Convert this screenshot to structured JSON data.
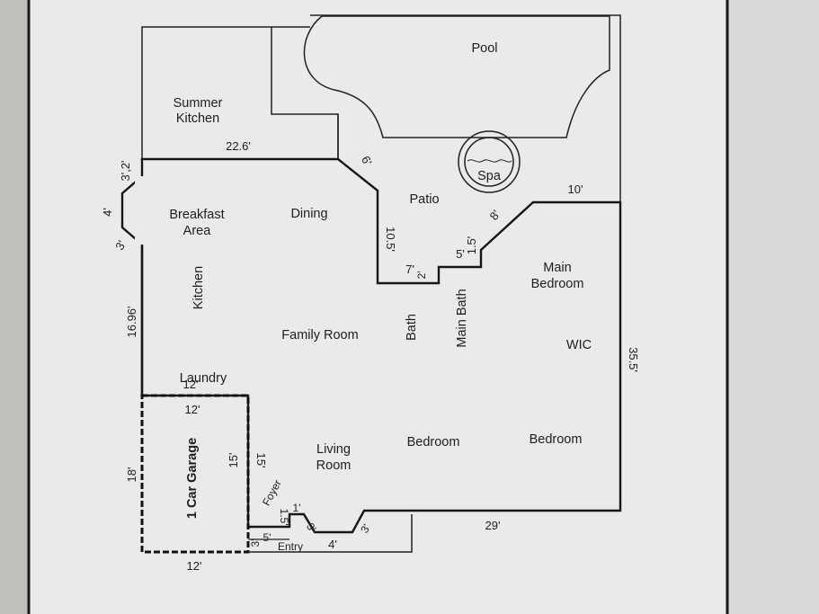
{
  "labels": {
    "pool": "Pool",
    "summer_kitchen": "Summer\nKitchen",
    "spa": "Spa",
    "patio": "Patio",
    "breakfast_area": "Breakfast\nArea",
    "dining": "Dining",
    "kitchen": "Kitchen",
    "family_room": "Family Room",
    "bath": "Bath",
    "main_bath": "Main Bath",
    "main_bedroom": "Main\nBedroom",
    "wic": "WIC",
    "laundry": "Laundry",
    "garage": "1 Car Garage",
    "living_room": "Living\nRoom",
    "bedroom_1": "Bedroom",
    "bedroom_2": "Bedroom",
    "foyer": "Foyer",
    "entry": "Entry"
  },
  "dimensions": {
    "d_22_6": "22.6'",
    "d_6": "6'",
    "d_10_top": "10'",
    "d_3_2": "3',2'",
    "d_4_left": "4'",
    "d_3_left": "3'",
    "d_16_96": "16.96'",
    "d_10_5": "10.5'",
    "d_7": "7'",
    "d_2": "2'",
    "d_5_bath": "5'",
    "d_1_5_bath": "1.5'",
    "d_8": "8'",
    "d_35_5": "35.5'",
    "d_12_laundry": "12'",
    "d_12_garage_top": "12'",
    "d_15_garage": "15'",
    "d_15_living": "15'",
    "d_18": "18'",
    "d_12_bottom": "12'",
    "d_1_foyer": "1'",
    "d_1_5_foyer": "1.5'",
    "d_3_foyer": "3'",
    "d_5_entry": "5'",
    "d_3_entry": "3'",
    "d_4_entry": "4'",
    "d_3_right_entry": "3'",
    "d_29": "29'"
  }
}
